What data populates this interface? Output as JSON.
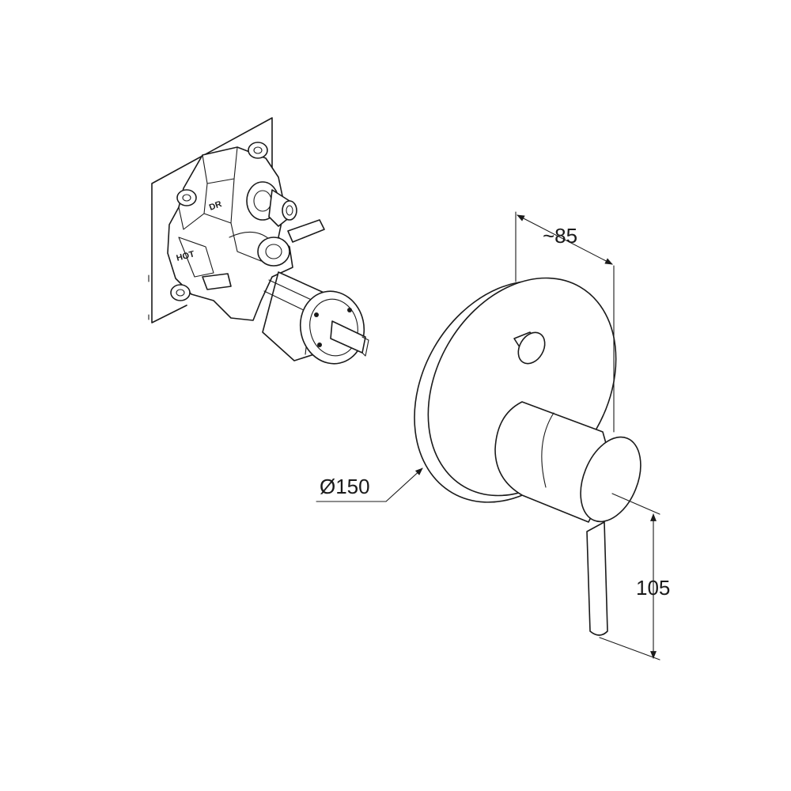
{
  "valve_body": {
    "stamp_top": "DR",
    "stamp_side": "HOT"
  },
  "dimensions": {
    "depth": "~85",
    "diameter": "Ø150",
    "height": "105"
  }
}
